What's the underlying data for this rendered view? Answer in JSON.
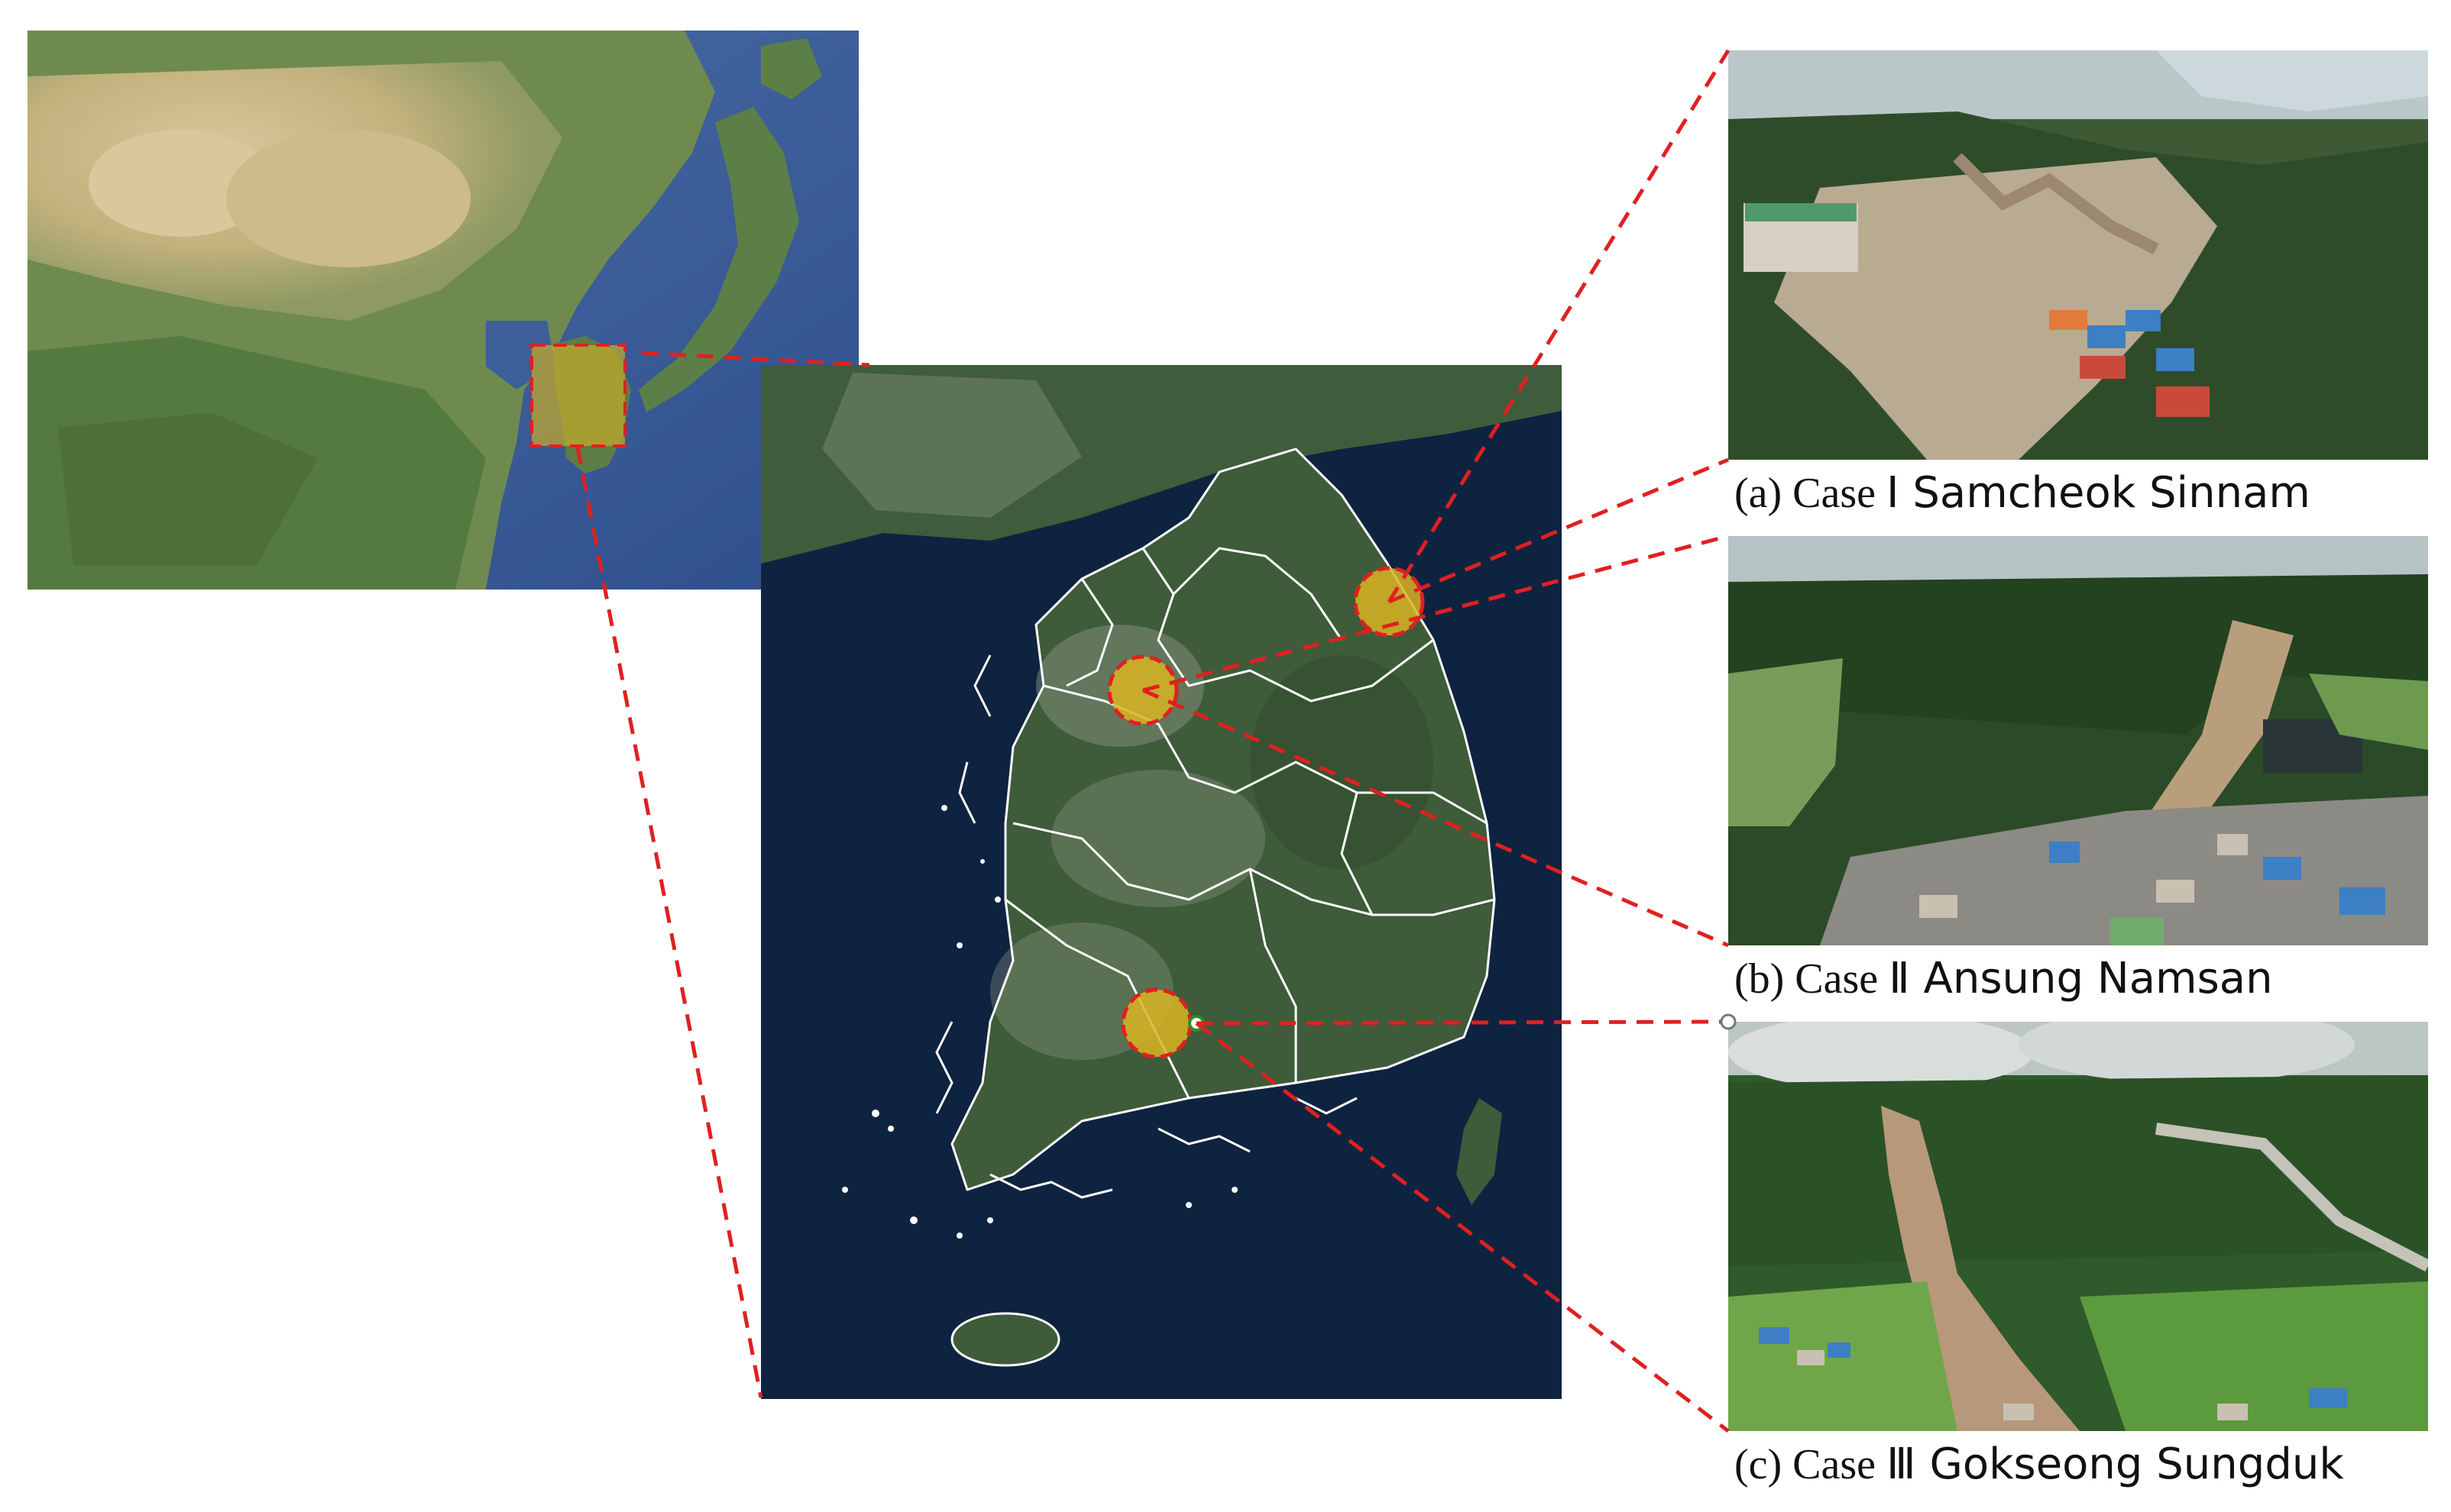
{
  "figure": {
    "panels": {
      "asia_map": {
        "name": "regional satellite map"
      },
      "korea_map": {
        "name": "south korea satellite map"
      }
    },
    "sites": [
      {
        "id": "a",
        "prefix": "(a) Case Ⅰ",
        "place": "Samcheok Sinnam"
      },
      {
        "id": "b",
        "prefix": "(b) Case Ⅱ",
        "place": "Ansung Namsan"
      },
      {
        "id": "c",
        "prefix": "(c) Case Ⅲ",
        "place": "Gokseong Sungduk"
      }
    ],
    "colors": {
      "connector": "#e02020",
      "marker_fill": "#d9b423",
      "marker_stroke": "#e02020",
      "boundary": "#ffffff",
      "sea": "#0e2340",
      "land": "#3b5a34"
    }
  }
}
